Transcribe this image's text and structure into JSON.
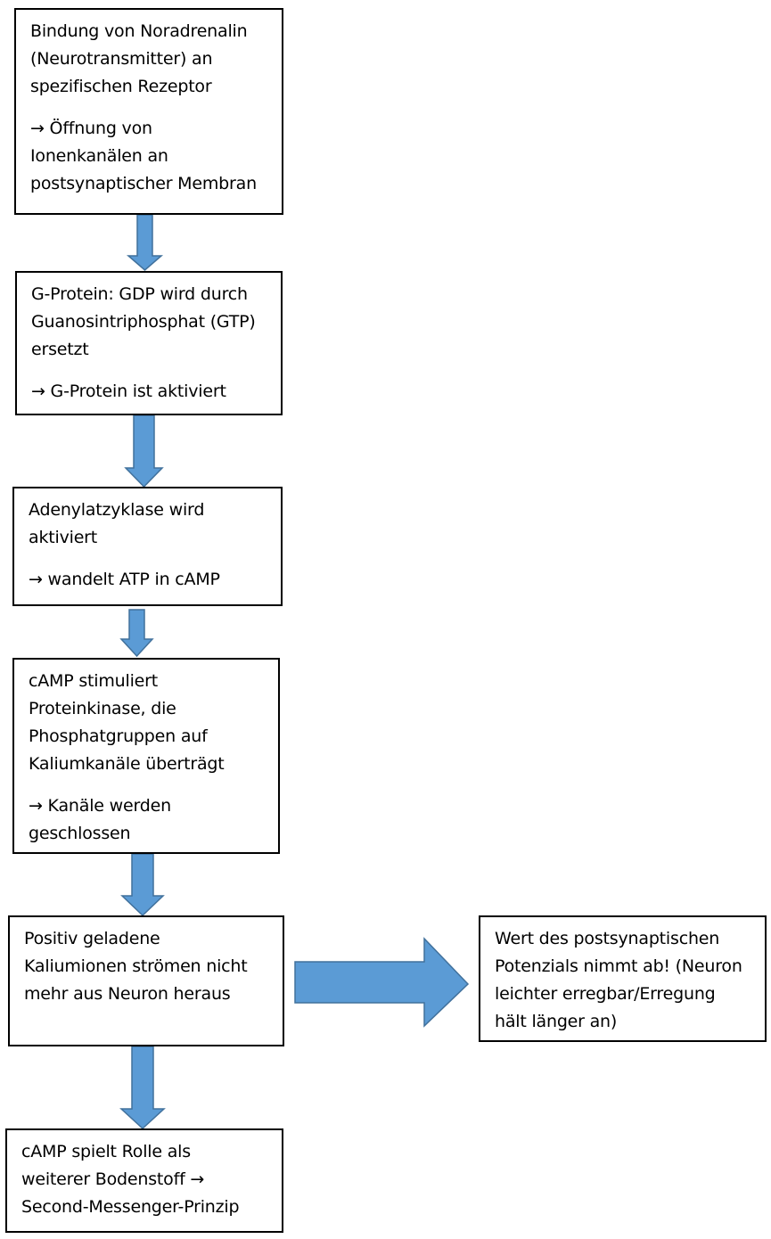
{
  "colors": {
    "arrow_fill": "#5b9bd5",
    "arrow_stroke": "#41719c",
    "box_border": "#000000"
  },
  "boxes": [
    {
      "paragraphs": [
        [
          "Bindung von Noradrenalin",
          "(Neurotransmitter) an",
          "spezifischen Rezeptor"
        ],
        [
          "→ Öffnung von",
          "Ionenkanälen an",
          "postsynaptischer Membran"
        ]
      ]
    },
    {
      "paragraphs": [
        [
          "G-Protein: GDP wird durch",
          "Guanosintriphosphat (GTP)",
          "ersetzt"
        ],
        [
          "→ G-Protein ist aktiviert"
        ]
      ]
    },
    {
      "paragraphs": [
        [
          "Adenylatzyklase wird",
          "aktiviert"
        ],
        [
          "→ wandelt ATP in cAMP"
        ]
      ]
    },
    {
      "paragraphs": [
        [
          "cAMP stimuliert",
          "Proteinkinase, die",
          "Phosphatgruppen auf",
          "Kaliumkanäle überträgt"
        ],
        [
          "→ Kanäle werden",
          "geschlossen"
        ]
      ]
    },
    {
      "paragraphs": [
        [
          "Positiv geladene",
          "Kaliumionen strömen nicht",
          "mehr aus Neuron heraus"
        ]
      ]
    },
    {
      "paragraphs": [
        [
          "Wert des postsynaptischen",
          "Potenzials nimmt ab! (Neuron",
          "leichter erregbar/Erregung",
          "hält länger an)"
        ]
      ]
    },
    {
      "paragraphs": [
        [
          "cAMP spielt Rolle als",
          "weiterer Bodenstoff →",
          "Second-Messenger-Prinzip"
        ]
      ]
    }
  ]
}
